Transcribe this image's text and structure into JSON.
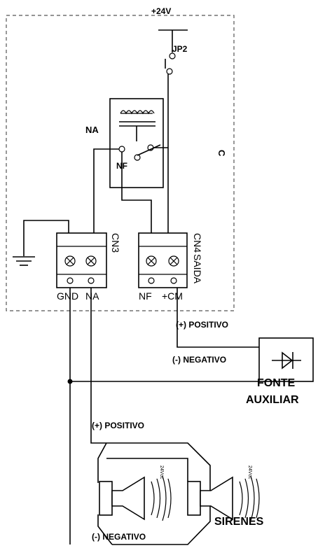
{
  "labels": {
    "supply": "+24V",
    "jumper": "JP2",
    "relay_no": "NA",
    "relay_nc": "NF",
    "board_id": "C",
    "connector_left": "CN3",
    "connector_right": "CN4",
    "output_label": "SAIDA",
    "cn3_pins": [
      "GND",
      "NA"
    ],
    "cn4_pins": [
      "NF",
      "+CM"
    ],
    "psu_positive": "(+) POSITIVO",
    "psu_negative": "(-) NEGATIVO",
    "psu_name_line1": "FONTE",
    "psu_name_line2": "AUXILIAR",
    "siren_positive": "(+) POSITIVO",
    "siren_negative": "(-) NEGATIVO",
    "sirens": "SIRENES",
    "siren1_voltage": "24Vcc",
    "siren2_voltage": "24Vcc"
  }
}
